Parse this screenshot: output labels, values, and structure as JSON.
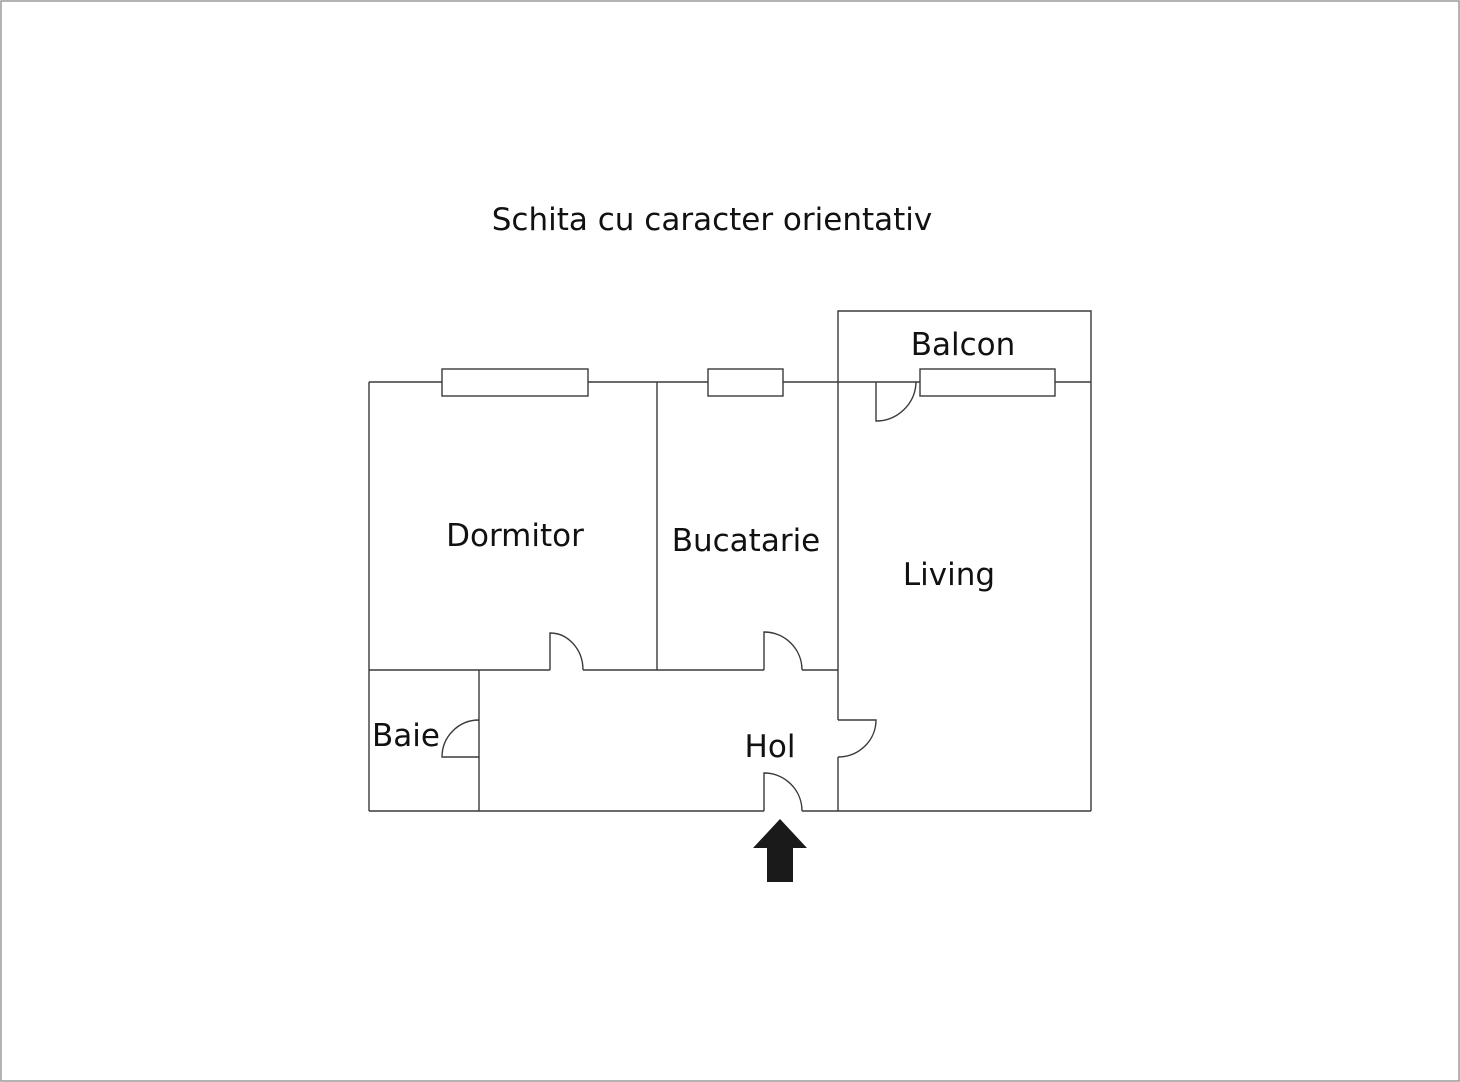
{
  "title": "Schita cu caracter orientativ",
  "rooms": {
    "dormitor": "Dormitor",
    "bucatarie": "Bucatarie",
    "living": "Living",
    "balcon": "Balcon",
    "baie": "Baie",
    "hol": "Hol"
  },
  "colors": {
    "line": "#3a3a3a",
    "text": "#111111",
    "arrow": "#1a1a1a",
    "background": "#ffffff"
  },
  "icons": {
    "entrance": "entrance-arrow-icon"
  }
}
